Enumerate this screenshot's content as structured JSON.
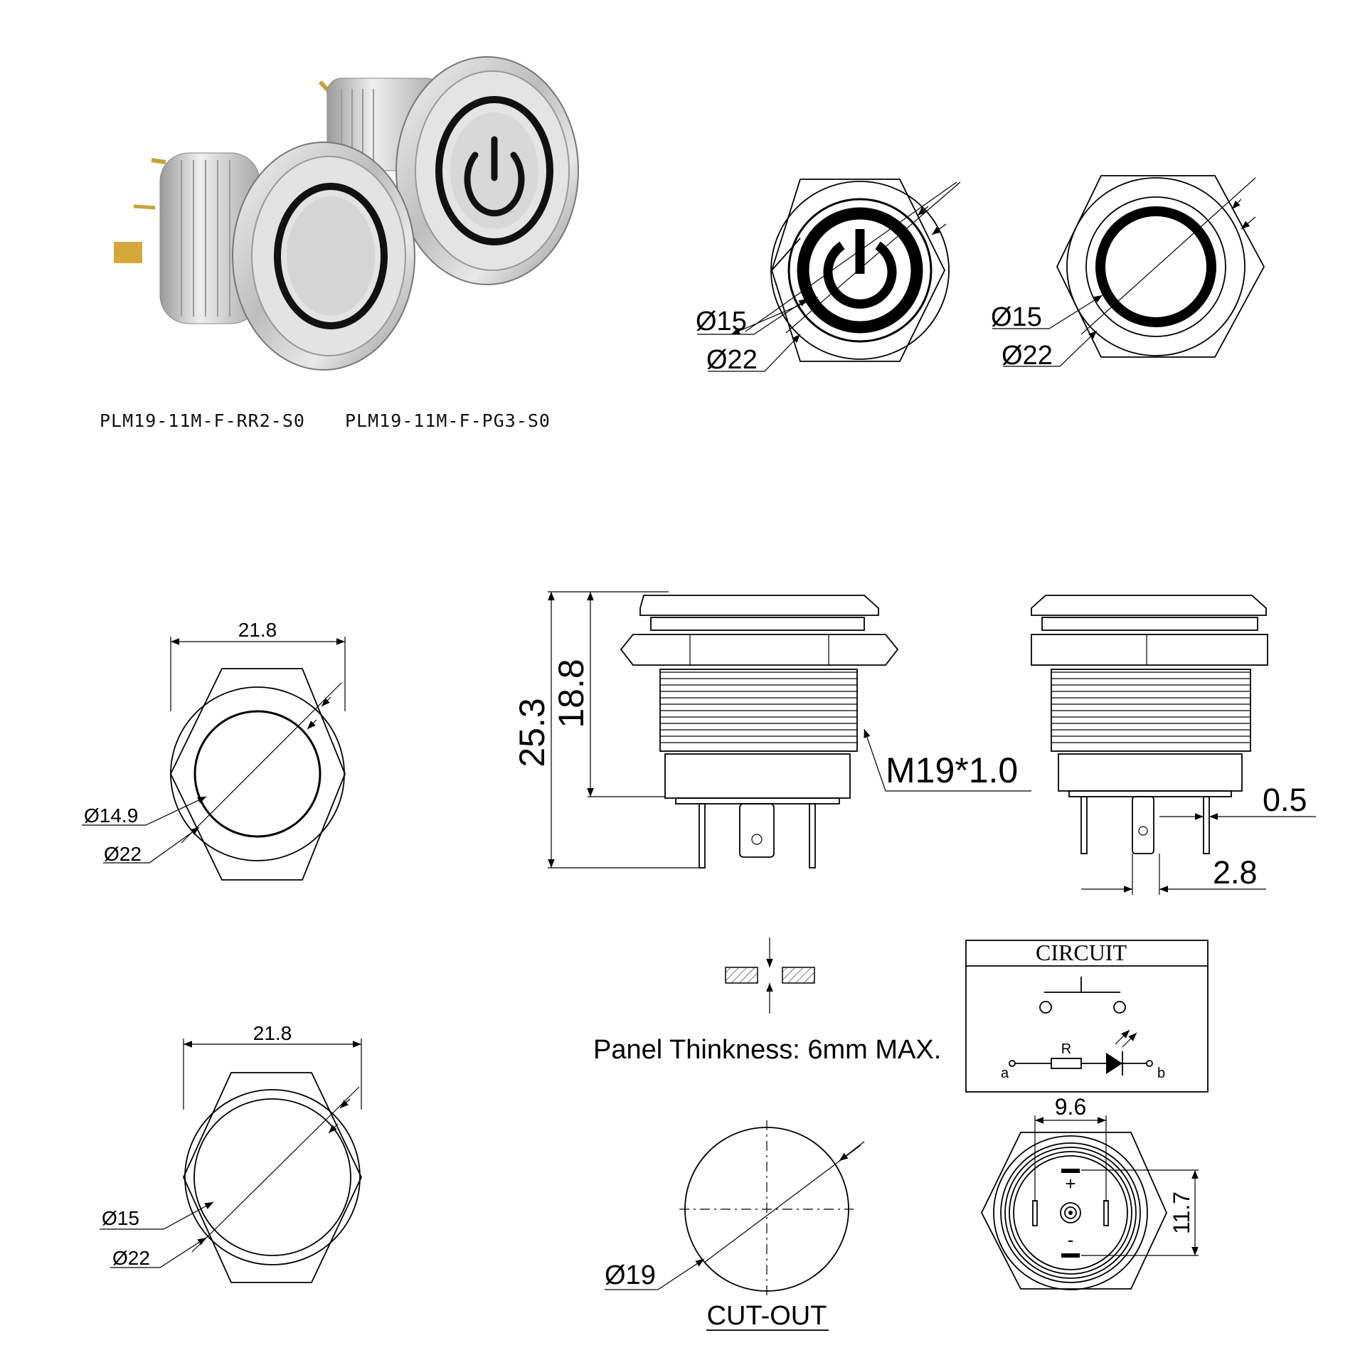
{
  "products": [
    {
      "code": "PLM19-11M-F-RR2-S0",
      "symbol": "ring"
    },
    {
      "code": "PLM19-11M-F-PG3-S0",
      "symbol": "power-ring"
    }
  ],
  "top_views": {
    "power": {
      "inner": "Ø15",
      "outer": "Ø22"
    },
    "ring": {
      "inner": "Ø15",
      "outer": "Ø22"
    }
  },
  "front_view_1": {
    "width": "21.8",
    "inner": "Ø14.9",
    "outer": "Ø22"
  },
  "front_view_2": {
    "width": "21.8",
    "inner": "Ø15",
    "outer": "Ø22"
  },
  "side_view": {
    "total_height": "25.3",
    "body_height": "18.8",
    "thread": "M19*1.0"
  },
  "side_view_2": {
    "pin_thickness": "0.5",
    "pin_width": "2.8"
  },
  "panel": {
    "thickness_note": "Panel Thinkness: 6mm MAX."
  },
  "circuit": {
    "title": "CIRCUIT",
    "resistor": "R",
    "terminal_a": "a",
    "terminal_b": "b"
  },
  "cutout": {
    "diameter": "Ø19",
    "label": "CUT-OUT"
  },
  "bottom_view": {
    "pin_spacing": "9.6",
    "pin_span": "11.7",
    "plus": "+",
    "minus": "-"
  }
}
